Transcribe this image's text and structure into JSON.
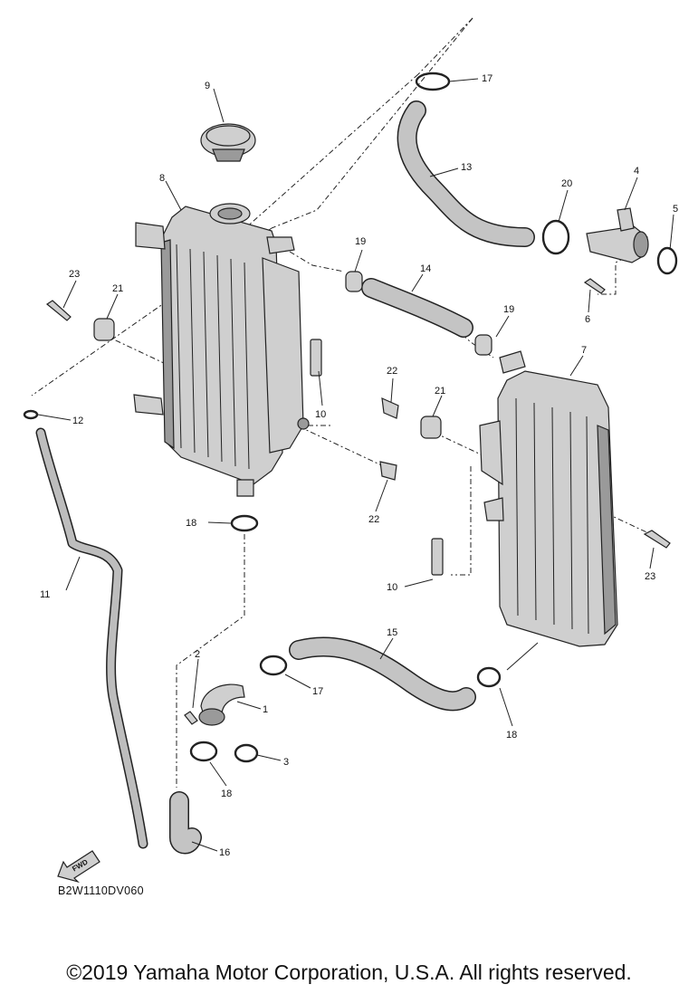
{
  "diagram": {
    "code": "B2W1110DV060",
    "copyright": "©2019 Yamaha Motor Corporation, U.S.A. All rights reserved.",
    "fwd_label": "FWD",
    "callouts": {
      "p1": "1",
      "p2": "2",
      "p3": "3",
      "p4": "4",
      "p5": "5",
      "p6": "6",
      "p7": "7",
      "p8": "8",
      "p9": "9",
      "p10a": "10",
      "p10b": "10",
      "p11": "11",
      "p12": "12",
      "p13": "13",
      "p14": "14",
      "p15": "15",
      "p16": "16",
      "p17a": "17",
      "p17b": "17",
      "p18a": "18",
      "p18b": "18",
      "p18c": "18",
      "p19a": "19",
      "p19b": "19",
      "p20": "20",
      "p21a": "21",
      "p21b": "21",
      "p22a": "22",
      "p22b": "22",
      "p23a": "23",
      "p23b": "23"
    }
  }
}
